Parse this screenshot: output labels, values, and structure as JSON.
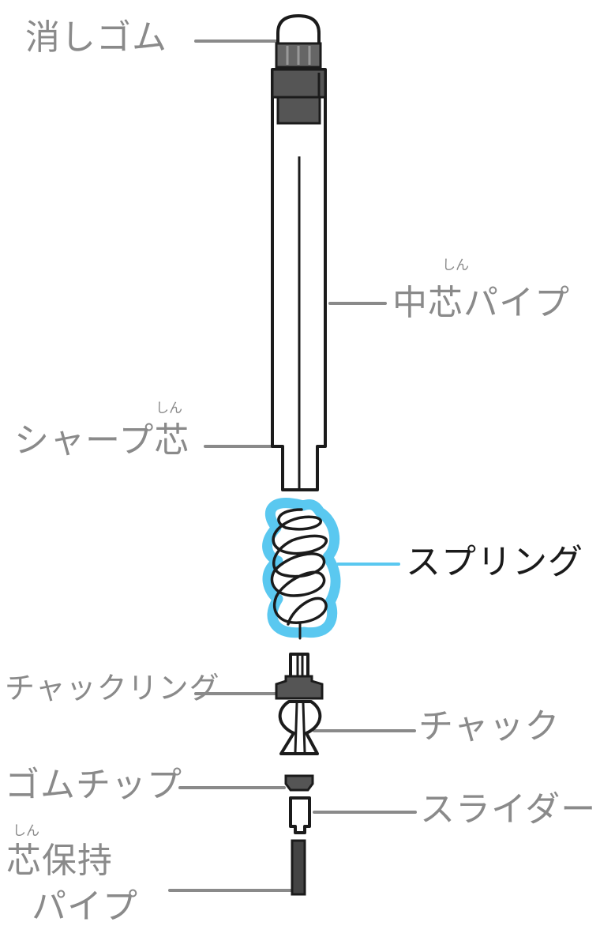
{
  "colors": {
    "outline": "#1b1b1b",
    "label_gray": "#8a8a8a",
    "highlight_blue": "#5ac8f0",
    "highlight_label": "#1a1a1a",
    "part_dark": "#555555",
    "part_darker": "#444444"
  },
  "labels": {
    "eraser": "消しゴム",
    "center_pipe": "中芯パイプ",
    "center_pipe_ruby": "しん",
    "lead": "シャープ芯",
    "lead_ruby": "しん",
    "spring": "スプリング",
    "chuck_ring": "チャックリング",
    "chuck": "チャック",
    "rubber_tip": "ゴムチップ",
    "slider": "スライダー",
    "lead_holder_line1": "芯保持",
    "lead_holder_line2": "パイプ",
    "lead_holder_ruby": "しん"
  },
  "highlighted_part": "spring"
}
